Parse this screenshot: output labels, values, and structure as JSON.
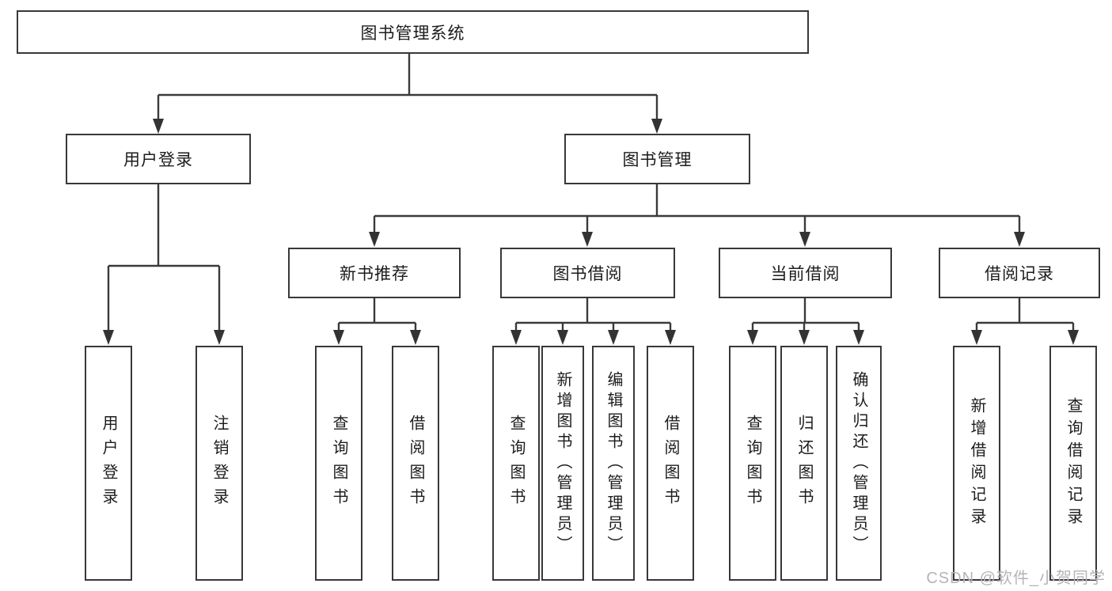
{
  "diagram": {
    "type": "tree",
    "root": {
      "label": "图书管理系统"
    },
    "branches": [
      {
        "label": "用户登录",
        "children": [
          {
            "label": "用户登录"
          },
          {
            "label": "注销登录"
          }
        ]
      },
      {
        "label": "图书管理",
        "children": [
          {
            "label": "新书推荐",
            "children": [
              {
                "label": "查询图书"
              },
              {
                "label": "借阅图书"
              }
            ]
          },
          {
            "label": "图书借阅",
            "children": [
              {
                "label": "查询图书"
              },
              {
                "label": "新增图书（管理员）"
              },
              {
                "label": "编辑图书（管理员）"
              },
              {
                "label": "借阅图书"
              }
            ]
          },
          {
            "label": "当前借阅",
            "children": [
              {
                "label": "查询图书"
              },
              {
                "label": "归还图书"
              },
              {
                "label": "确认归还（管理员）"
              }
            ]
          },
          {
            "label": "借阅记录",
            "children": [
              {
                "label": "新增借阅记录"
              },
              {
                "label": "查询借阅记录"
              }
            ]
          }
        ]
      }
    ]
  },
  "colors": {
    "line": "#3a3a3a",
    "border": "#383838",
    "text": "#1c1c1c",
    "watermark_text_color": "#b5b5b5",
    "background": "#ffffff"
  },
  "watermark": {
    "text": "CSDN @软件_小贺同学"
  }
}
